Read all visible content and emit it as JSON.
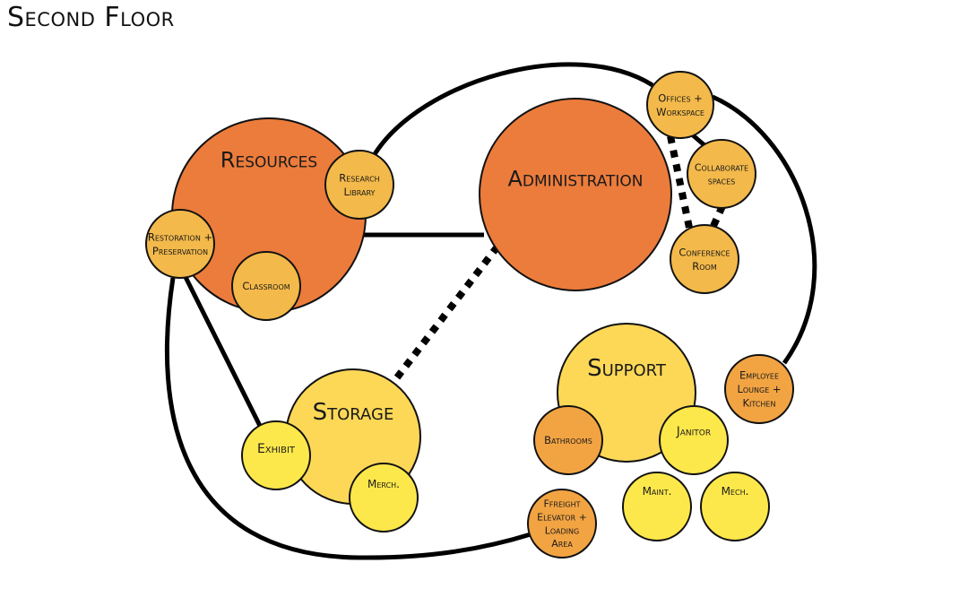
{
  "title": "Second Floor",
  "colors": {
    "primary": "#ec7c3c",
    "secondary": "#f3b94a",
    "orange_small": "#f2a443",
    "yellow_large": "#fdd857",
    "yellow_small": "#fde84b",
    "stroke": "#000000"
  },
  "nodes": [
    {
      "id": "resources",
      "label": [
        "Resources"
      ],
      "level": "primary"
    },
    {
      "id": "research-library",
      "label": [
        "Research",
        "Library"
      ],
      "level": "secondary"
    },
    {
      "id": "restoration",
      "label": [
        "Restoration +",
        "Preservation"
      ],
      "level": "secondary"
    },
    {
      "id": "classroom",
      "label": [
        "Classroom"
      ],
      "level": "secondary"
    },
    {
      "id": "administration",
      "label": [
        "Administration"
      ],
      "level": "primary"
    },
    {
      "id": "offices",
      "label": [
        "Offices +",
        "Workspace"
      ],
      "level": "secondary"
    },
    {
      "id": "collaborate",
      "label": [
        "Collaborate",
        "spaces"
      ],
      "level": "secondary"
    },
    {
      "id": "conference",
      "label": [
        "Conference",
        "Room"
      ],
      "level": "secondary"
    },
    {
      "id": "storage",
      "label": [
        "Storage"
      ],
      "level": "yellow_large"
    },
    {
      "id": "exhibit",
      "label": [
        "Exhibit"
      ],
      "level": "yellow_small"
    },
    {
      "id": "merch",
      "label": [
        "Merch."
      ],
      "level": "yellow_small"
    },
    {
      "id": "support",
      "label": [
        "Support"
      ],
      "level": "yellow_large"
    },
    {
      "id": "bathrooms",
      "label": [
        "Bathrooms"
      ],
      "level": "orange_small"
    },
    {
      "id": "janitor",
      "label": [
        "Janitor"
      ],
      "level": "yellow_small"
    },
    {
      "id": "maint",
      "label": [
        "Maint."
      ],
      "level": "yellow_small"
    },
    {
      "id": "mech",
      "label": [
        "Mech."
      ],
      "level": "yellow_small"
    },
    {
      "id": "employee-lounge",
      "label": [
        "Employee",
        "Lounge +",
        "Kitchen"
      ],
      "level": "orange_small"
    },
    {
      "id": "freight",
      "label": [
        "Ffreight",
        "Elevator +",
        "Loading",
        "Area"
      ],
      "level": "orange_small"
    }
  ],
  "connections": [
    {
      "from": "resources",
      "to": "administration",
      "style": "solid"
    },
    {
      "from": "administration",
      "to": "storage",
      "style": "dashed"
    },
    {
      "from": "offices",
      "to": "conference",
      "style": "dashed"
    },
    {
      "from": "offices",
      "to": "collaborate",
      "style": "solid"
    },
    {
      "from": "collaborate",
      "to": "conference",
      "style": "dashed"
    },
    {
      "from": "restoration",
      "to": "exhibit",
      "style": "solid"
    },
    {
      "from": "research-library",
      "to": "offices",
      "style": "solid-curve"
    },
    {
      "from": "offices",
      "to": "employee-lounge",
      "style": "solid-curve"
    },
    {
      "from": "restoration",
      "to": "freight",
      "style": "solid-curve"
    }
  ]
}
